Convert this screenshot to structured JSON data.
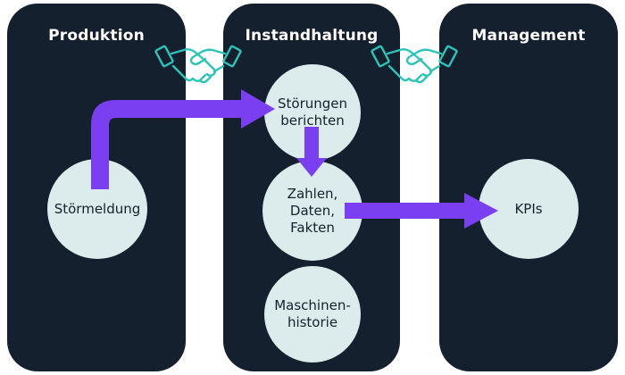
{
  "columns": [
    {
      "title": "Produktion"
    },
    {
      "title": "Instandhaltung"
    },
    {
      "title": "Management"
    }
  ],
  "nodes": {
    "stoermeldung": "Störmeldung",
    "stoerungen_berichten": "Störungen\nberichten",
    "zahlen_daten_fakten": "Zahlen,\nDaten,\nFakten",
    "maschinenhistorie": "Maschinen-\nhistorie",
    "kpis": "KPIs"
  },
  "icons": {
    "handshake_1": "handshake-icon",
    "handshake_2": "handshake-icon"
  },
  "colors": {
    "column_bg": "#15202e",
    "node_bg": "#dcecec",
    "arrow": "#7b3ff2",
    "handshake": "#2dc3b8"
  }
}
